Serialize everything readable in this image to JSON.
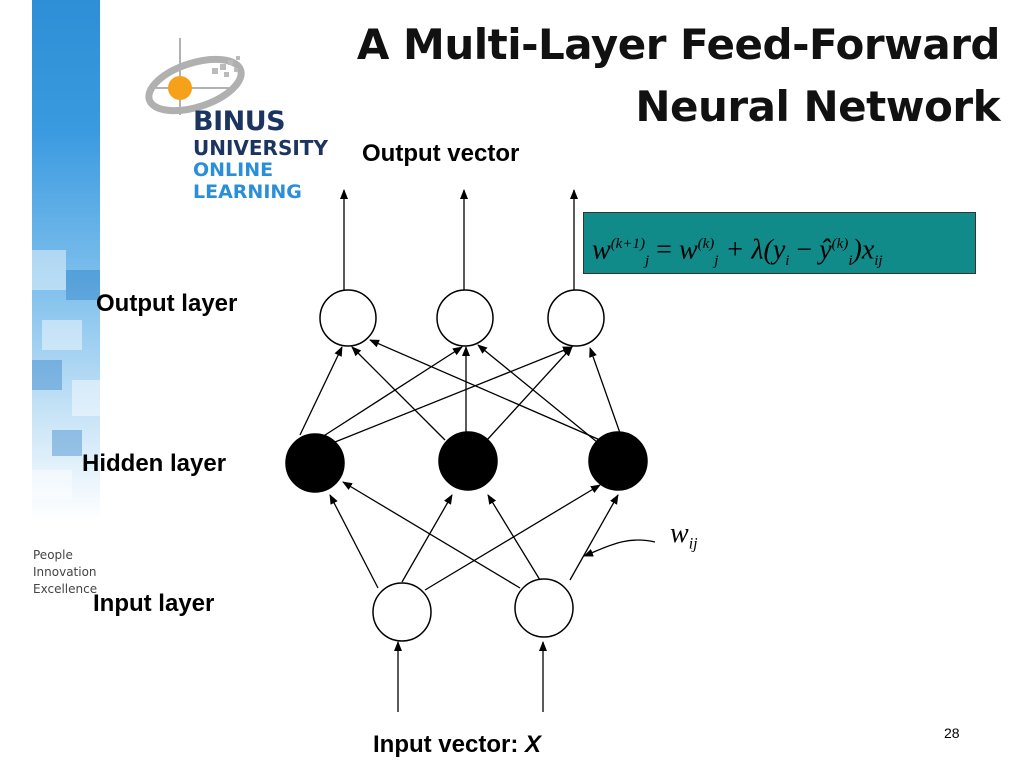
{
  "slide": {
    "title_line1": "A Multi-Layer Feed-Forward",
    "title_line2": "Neural Network",
    "page_number": "28"
  },
  "logo": {
    "brand_line1": "BINUS",
    "brand_line2": "UNIVERSITY",
    "brand_line3": "ONLINE",
    "brand_line4": "LEARNING",
    "tagline_line1": "People",
    "tagline_line2": "Innovation",
    "tagline_line3": "Excellence"
  },
  "diagram": {
    "output_vector_label": "Output vector",
    "output_layer_label": "Output layer",
    "hidden_layer_label": "Hidden layer",
    "input_layer_label": "Input layer",
    "input_vector_label": "Input vector: ",
    "input_vector_symbol": "X",
    "weight_symbol": "w",
    "weight_subscript": "ij"
  },
  "formula": {
    "lhs_base": "w",
    "lhs_sup": "(k+1)",
    "lhs_sub": "j",
    "eq": "=",
    "rhs_w_sup": "(k)",
    "rhs_w_sub": "j",
    "plus_lambda": "+ λ(",
    "y": "y",
    "y_sub": "i",
    "minus": " − ",
    "yhat": "ŷ",
    "yhat_sup": "(k)",
    "yhat_sub": "i",
    "close": ")",
    "x": "x",
    "x_sub": "ij"
  },
  "colors": {
    "formula_bg": "#118a8a",
    "hidden_node_fill": "#000000",
    "io_node_fill": "#ffffff",
    "logo_orange": "#f5a11a",
    "brand_navy": "#1b3560",
    "brand_blue": "#2a8fd8"
  }
}
